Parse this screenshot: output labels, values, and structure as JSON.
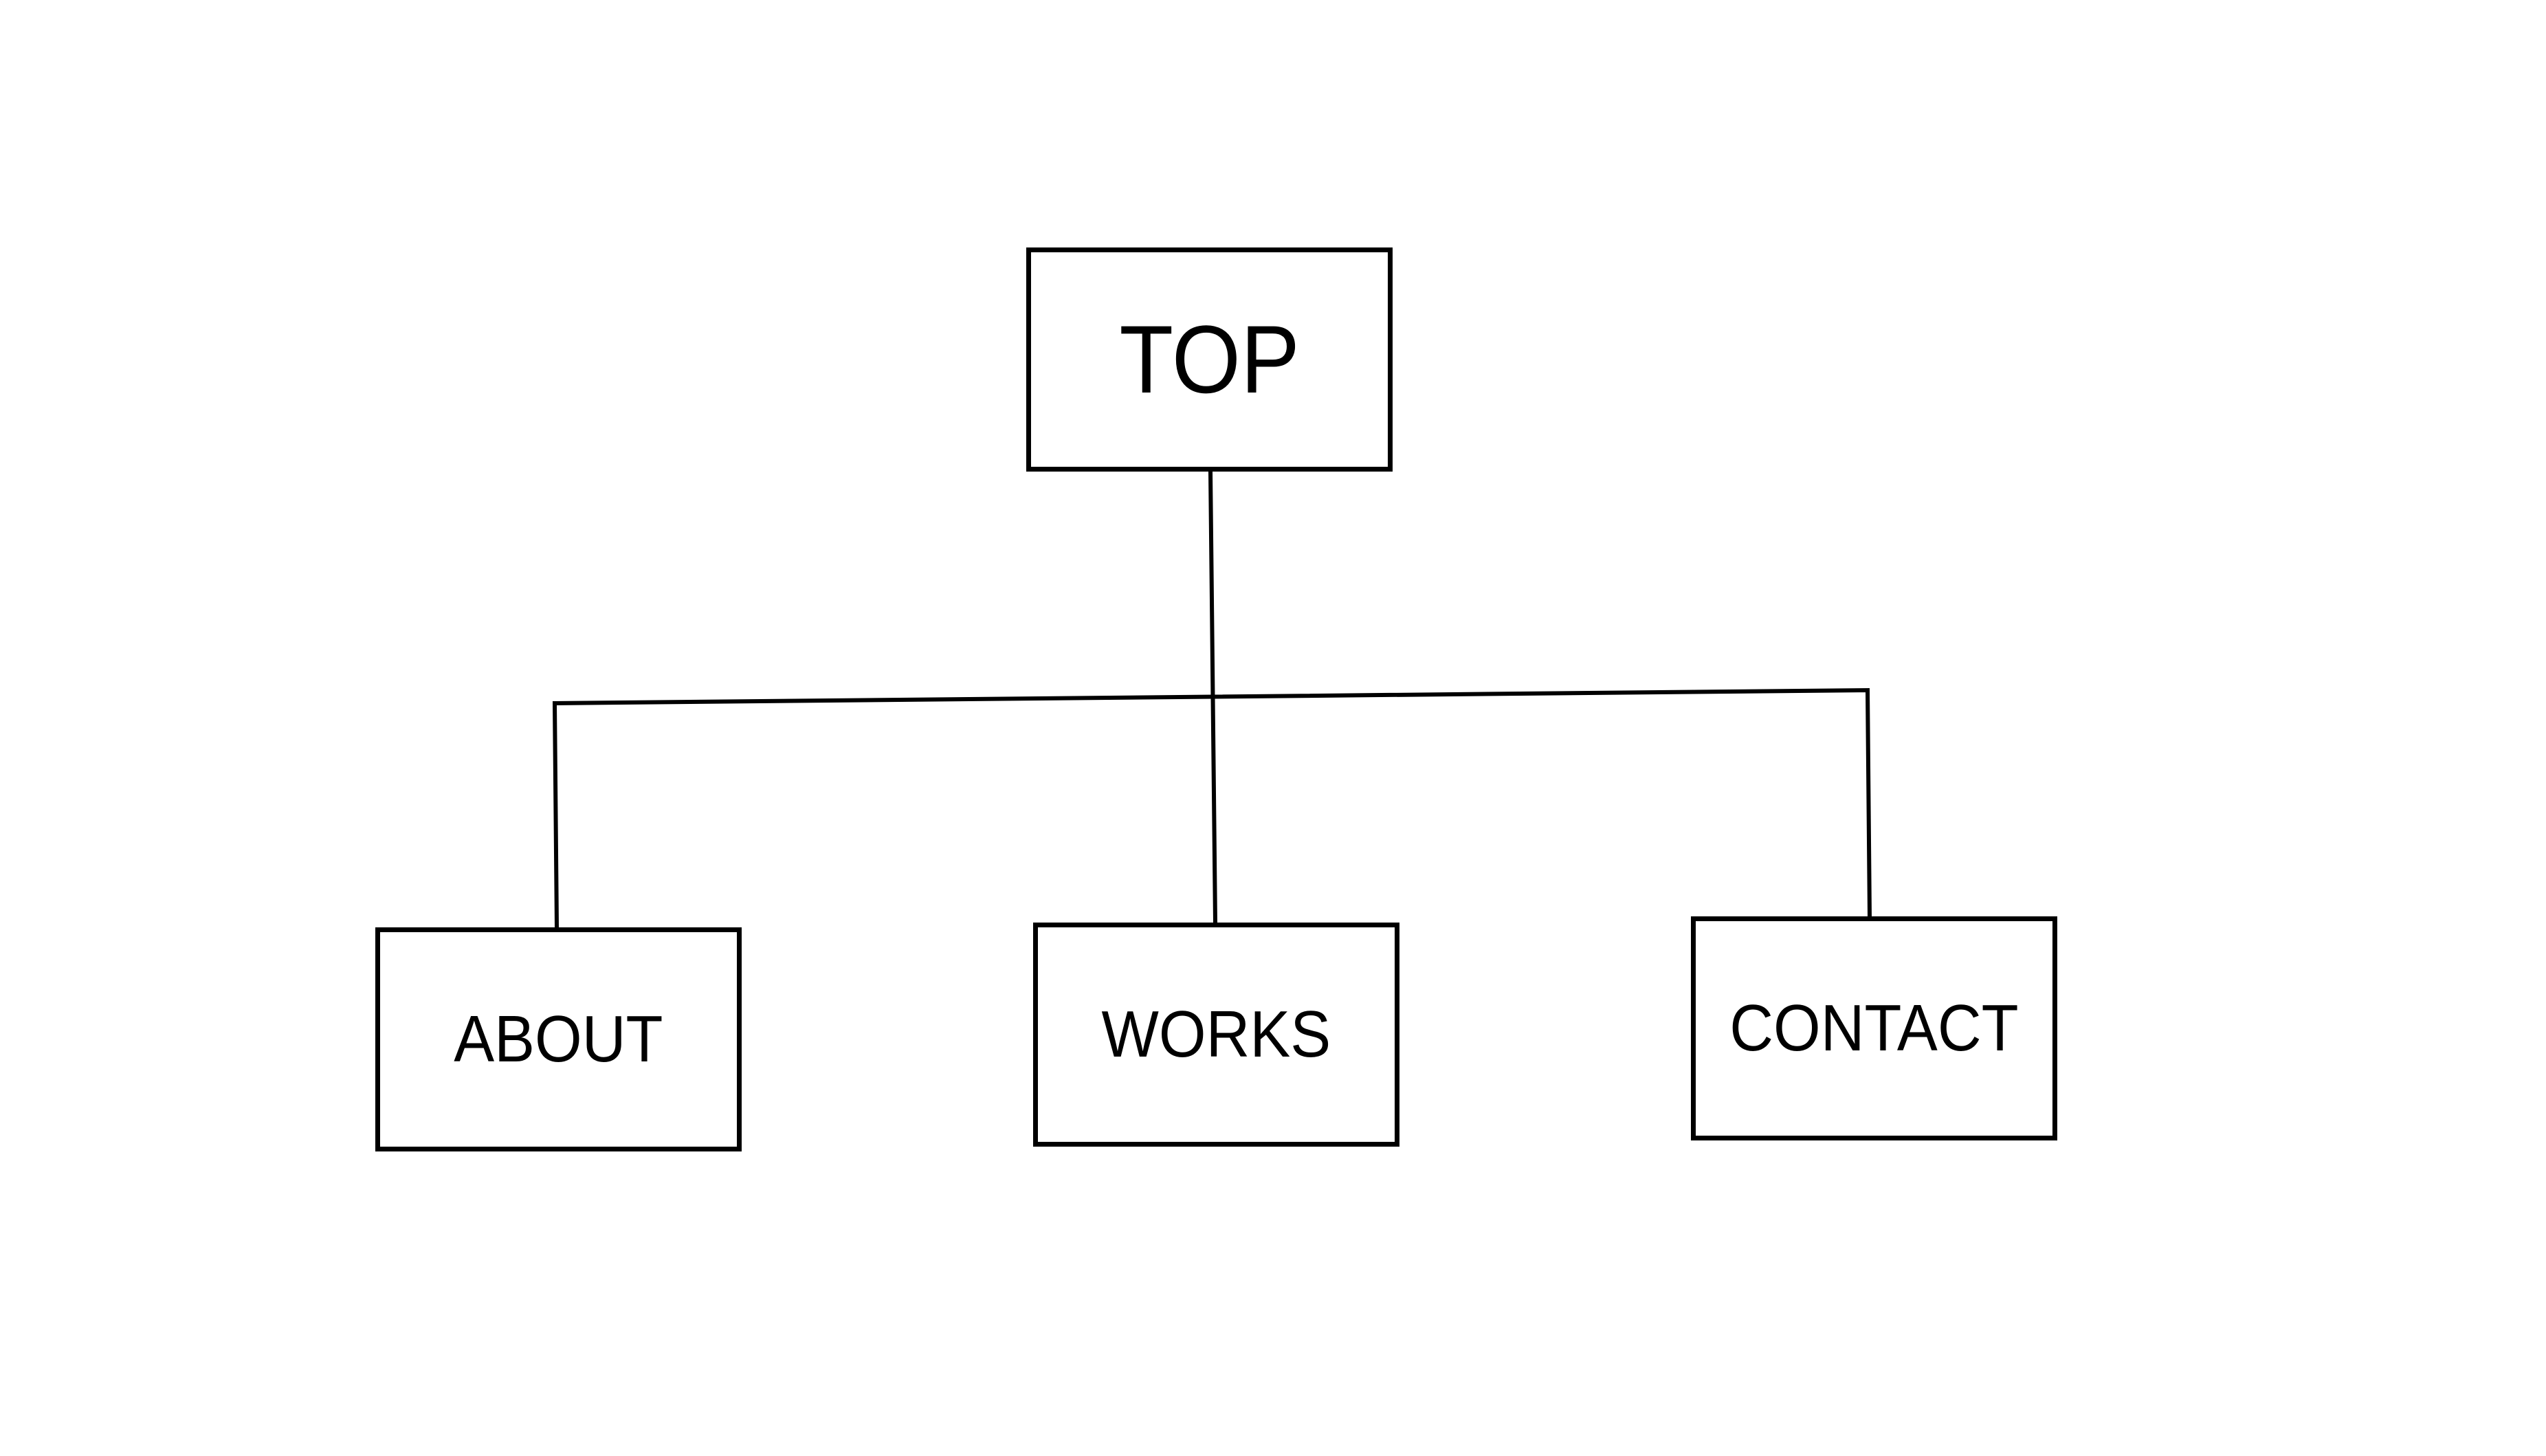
{
  "diagram": {
    "root": {
      "label": "TOP"
    },
    "children": [
      {
        "label": "ABOUT"
      },
      {
        "label": "WORKS"
      },
      {
        "label": "CONTACT"
      }
    ]
  },
  "colors": {
    "background": "#ffffff",
    "stroke": "#000000",
    "text": "#000000"
  }
}
